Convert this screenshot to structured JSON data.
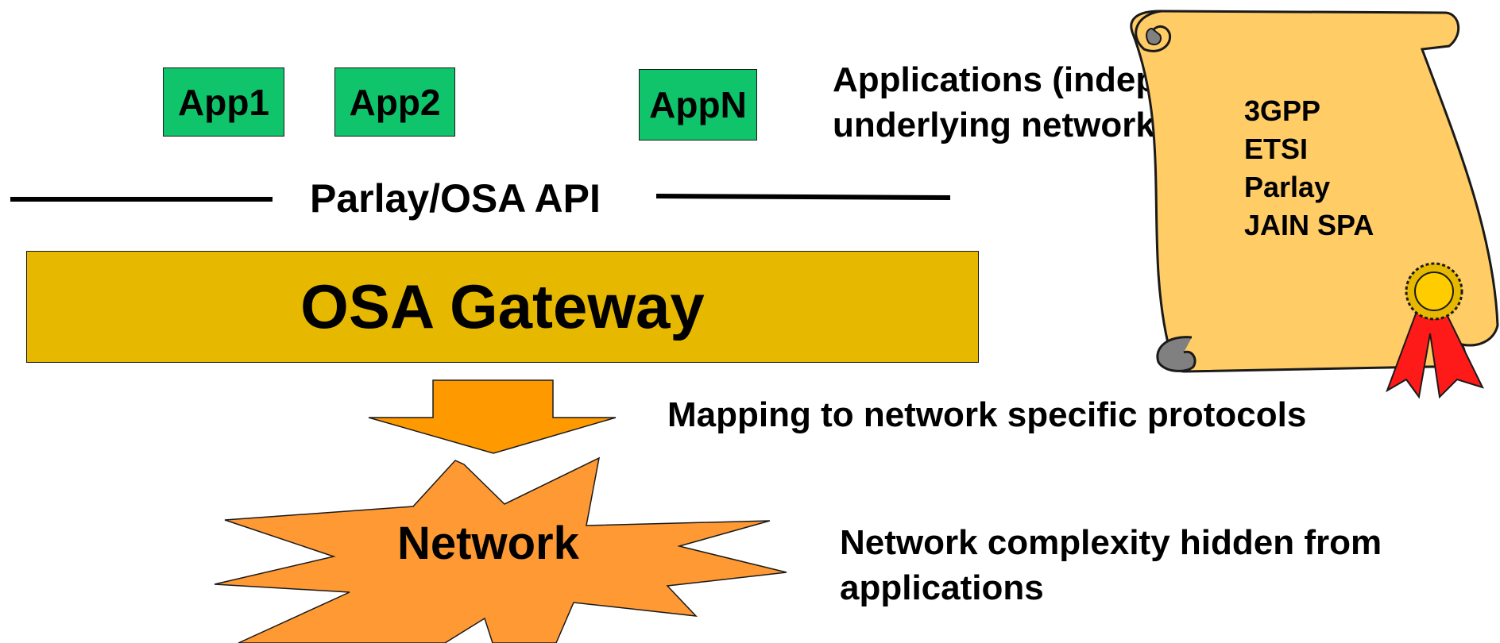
{
  "apps": [
    {
      "label": "App1"
    },
    {
      "label": "App2"
    },
    {
      "label": "AppN"
    }
  ],
  "api_label": "Parlay/OSA API",
  "gateway_label": "OSA Gateway",
  "network_label": "Network",
  "applications_text": {
    "line1": "Applications (independent of",
    "line2": "underlying network)"
  },
  "mapping_text": "Mapping to network specific protocols",
  "complexity_text": {
    "line1": "Network complexity hidden from",
    "line2": "applications"
  },
  "standards": [
    "3GPP",
    "ETSI",
    "Parlay",
    "JAIN SPA"
  ],
  "colors": {
    "app_green": "#0fc46a",
    "gateway_gold": "#e6b800",
    "arrow_orange": "#ff9900",
    "network_orange": "#ff9933",
    "scroll_tan": "#ffcc66",
    "ribbon_red": "#ff1a1a"
  }
}
